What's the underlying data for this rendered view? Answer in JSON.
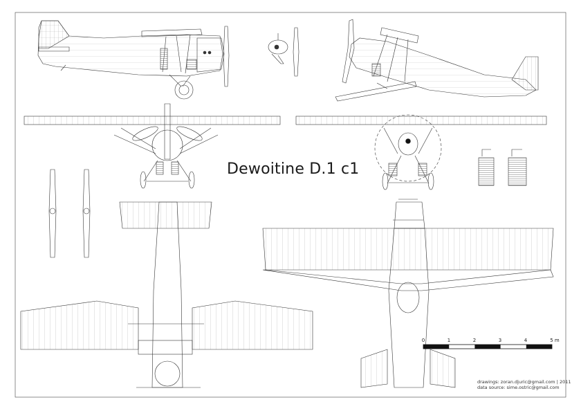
{
  "title": "Dewoitine D.1 c1",
  "credits": {
    "line1": "drawings: zoran.djuric@gmail.com  | 2011",
    "line2": "data source: sime.ostric@gmail.com"
  },
  "scale_bar": {
    "ticks": [
      "0",
      "1",
      "2",
      "3",
      "4",
      "5 m"
    ]
  }
}
